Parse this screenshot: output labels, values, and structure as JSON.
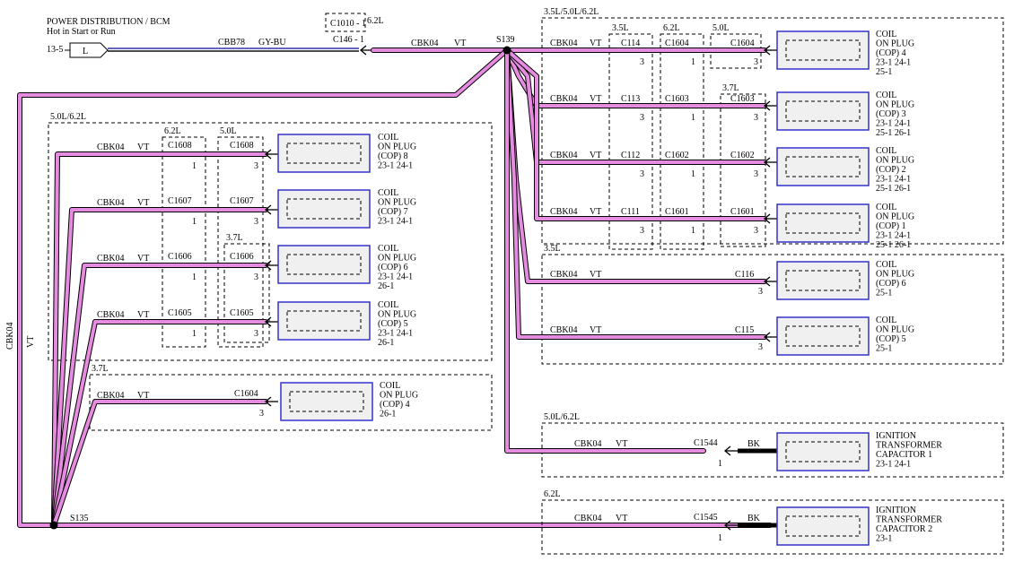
{
  "header": {
    "title": "POWER DISTRIBUTION / BCM",
    "subtitle": "Hot in Start or Run",
    "ref": "13-5",
    "pin_label": "L"
  },
  "top": {
    "c1010": "C1010 - 1",
    "c1010_var": "6.2L",
    "c146": "C146 - 1",
    "cbb78": "CBB78",
    "gybu": "GY-BU",
    "s139": "S139",
    "cbk04": "CBK04",
    "vt": "VT"
  },
  "vertical": {
    "cbk04": "CBK04",
    "vt": "VT"
  },
  "splices": {
    "s135": "S135"
  },
  "right_group": {
    "variant": "3.5L/5.0L/6.2L",
    "col_35": "3.5L",
    "col_62": "6.2L",
    "col_50": "5.0L",
    "col_37": "3.7L",
    "rows": [
      {
        "wire": "CBK04 VT",
        "c35": "C114",
        "c62": "C1604",
        "c50": "C1604",
        "p35": "3",
        "p62": "1",
        "p50": "3",
        "coil": [
          "COIL",
          "ON PLUG",
          "(COP) 4",
          "23-1    24-1",
          "25-1"
        ]
      },
      {
        "wire": "CBK04 VT",
        "c35": "C113",
        "c62": "C1603",
        "c50": "C1603",
        "p35": "3",
        "p62": "1",
        "p50": "3",
        "coil": [
          "COIL",
          "ON PLUG",
          "(COP) 3",
          "23-1    24-1",
          "25-1    26-1"
        ]
      },
      {
        "wire": "CBK04 VT",
        "c35": "C112",
        "c62": "C1602",
        "c50": "C1602",
        "p35": "3",
        "p62": "1",
        "p50": "3",
        "coil": [
          "COIL",
          "ON PLUG",
          "(COP) 2",
          "23-1    24-1",
          "25-1    26-1"
        ]
      },
      {
        "wire": "CBK04 VT",
        "c35": "C111",
        "c62": "C1601",
        "c50": "C1601",
        "p35": "3",
        "p62": "1",
        "p50": "3",
        "coil": [
          "COIL",
          "ON PLUG",
          "(COP) 1",
          "23-1    24-1",
          "25-1    26-1"
        ]
      }
    ]
  },
  "right_35": {
    "variant": "3.5L",
    "rows": [
      {
        "wire": "CBK04 VT",
        "conn": "C116",
        "pin": "3",
        "coil": [
          "COIL",
          "ON PLUG",
          "(COP) 6",
          "25-1"
        ]
      },
      {
        "wire": "CBK04 VT",
        "conn": "C115",
        "pin": "3",
        "coil": [
          "COIL",
          "ON PLUG",
          "(COP) 5",
          "25-1"
        ]
      }
    ]
  },
  "ign1": {
    "variant": "5.0L/6.2L",
    "wire": "CBK04 VT",
    "conn": "C1544",
    "pin": "1",
    "bk": "BK",
    "label": [
      "IGNITION",
      "TRANSFORMER",
      "CAPACITOR 1",
      "23-1    24-1"
    ]
  },
  "ign2": {
    "variant": "6.2L",
    "wire": "CBK04 VT",
    "conn": "C1545",
    "pin": "1",
    "bk": "BK",
    "label": [
      "IGNITION",
      "TRANSFORMER",
      "CAPACITOR 2",
      "23-1"
    ]
  },
  "left_group": {
    "variant": "5.0L/6.2L",
    "col_62": "6.2L",
    "col_50": "5.0L",
    "col_37": "3.7L",
    "rows": [
      {
        "wire": "CBK04 VT",
        "c62": "C1608",
        "c50": "C1608",
        "p62": "1",
        "p50": "3",
        "coil": [
          "COIL",
          "ON PLUG",
          "(COP) 8",
          "23-1    24-1"
        ]
      },
      {
        "wire": "CBK04 VT",
        "c62": "C1607",
        "c50": "C1607",
        "p62": "1",
        "p50": "3",
        "coil": [
          "COIL",
          "ON PLUG",
          "(COP) 7",
          "23-1    24-1"
        ]
      },
      {
        "wire": "CBK04 VT",
        "c62": "C1606",
        "c50": "C1606",
        "p62": "1",
        "p50": "3",
        "coil": [
          "COIL",
          "ON PLUG",
          "(COP) 6",
          "23-1    24-1",
          "26-1"
        ]
      },
      {
        "wire": "CBK04 VT",
        "c62": "C1605",
        "c50": "C1605",
        "p62": "1",
        "p50": "3",
        "coil": [
          "COIL",
          "ON PLUG",
          "(COP) 5",
          "23-1    24-1",
          "26-1"
        ]
      }
    ]
  },
  "left_37": {
    "variant": "3.7L",
    "wire": "CBK04 VT",
    "conn": "C1604",
    "pin": "3",
    "coil": [
      "COIL",
      "ON PLUG",
      "(COP) 4",
      "26-1"
    ]
  }
}
